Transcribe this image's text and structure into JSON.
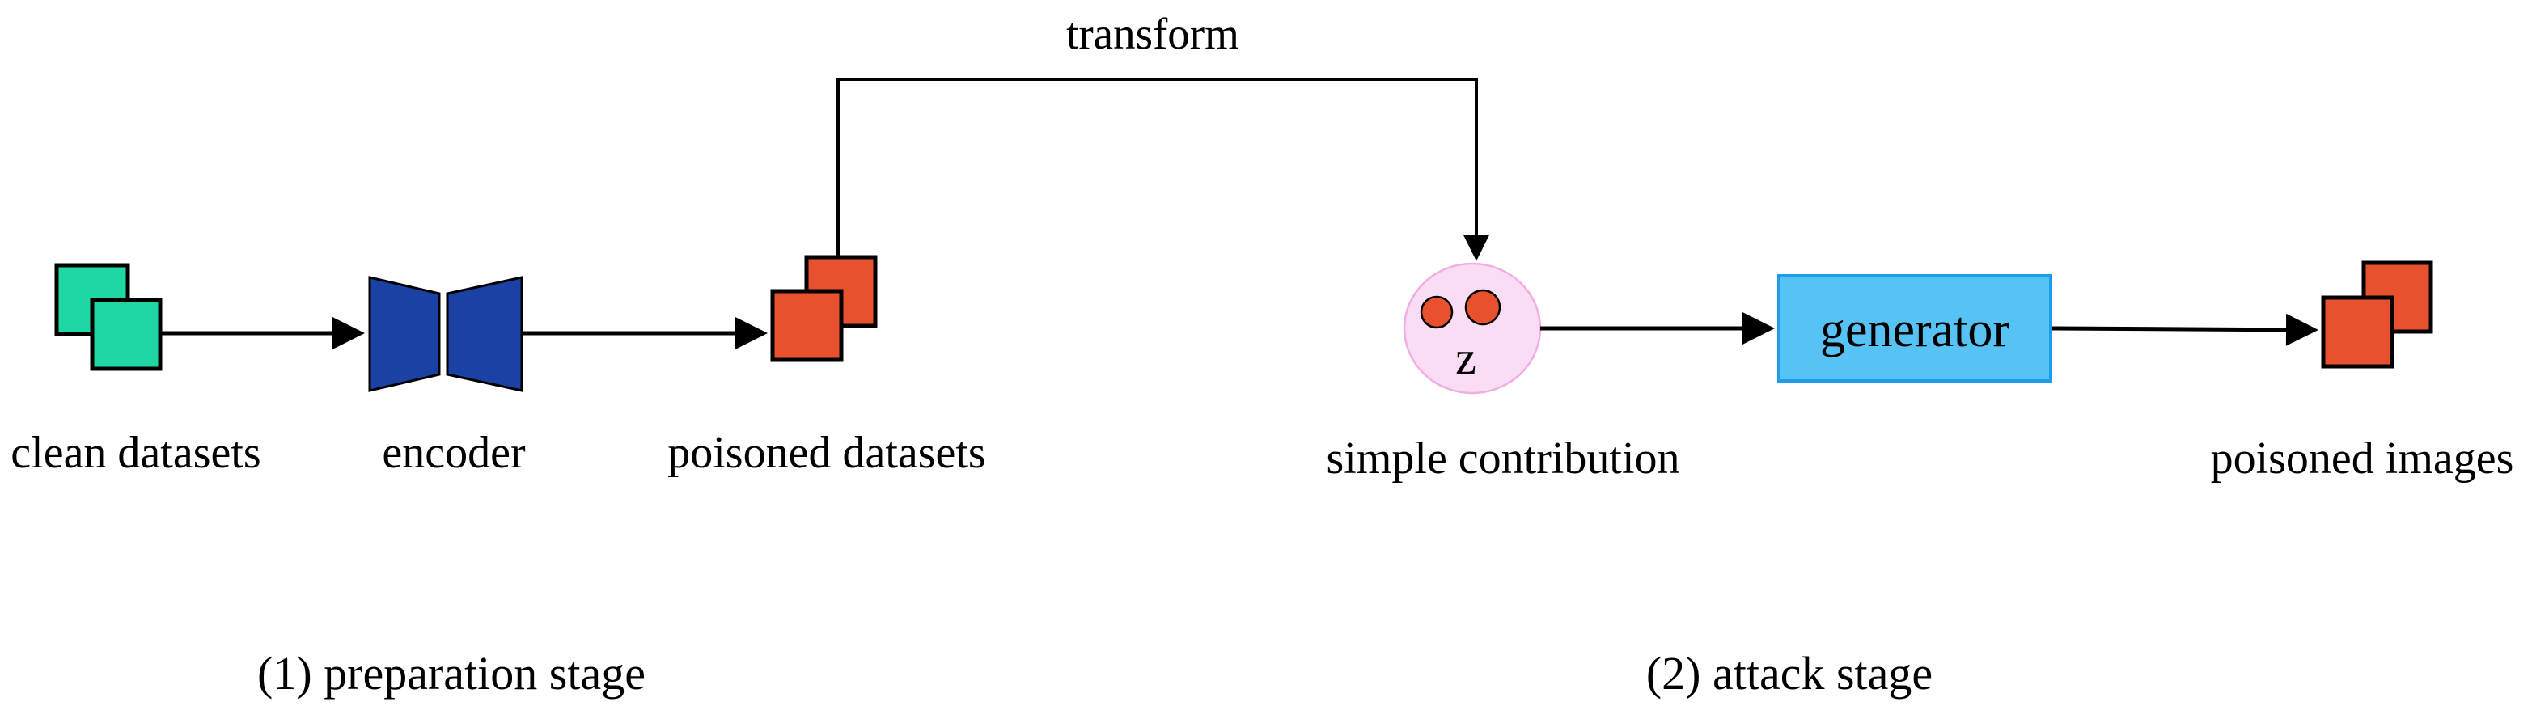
{
  "diagram": {
    "transform_label": "transform",
    "nodes": {
      "clean_datasets": {
        "label": "clean datasets",
        "icon": "overlapping-squares"
      },
      "encoder": {
        "label": "encoder",
        "icon": "bowtie-trapezoids"
      },
      "poisoned_datasets": {
        "label": "poisoned datasets",
        "icon": "overlapping-squares"
      },
      "simple_contribution": {
        "label": "simple contribution",
        "symbol": "z",
        "icon": "circle-with-dots"
      },
      "generator": {
        "label": "generator",
        "icon": "rectangle-box"
      },
      "poisoned_images": {
        "label": "poisoned images",
        "icon": "overlapping-squares"
      }
    },
    "stages": {
      "stage1": "(1) preparation stage",
      "stage2": "(2) attack stage"
    },
    "colors": {
      "clean_square": "#1FD7A4",
      "poisoned_square": "#E8512D",
      "encoder_fill": "#1C41A5",
      "generator_fill": "#57C2F4",
      "generator_stroke": "#1E9CE8",
      "contribution_fill": "#FADCF5",
      "contribution_stroke": "#F2AEE2",
      "dot_fill": "#E8512D",
      "line": "#000000",
      "background": "#FFFFFF"
    }
  }
}
